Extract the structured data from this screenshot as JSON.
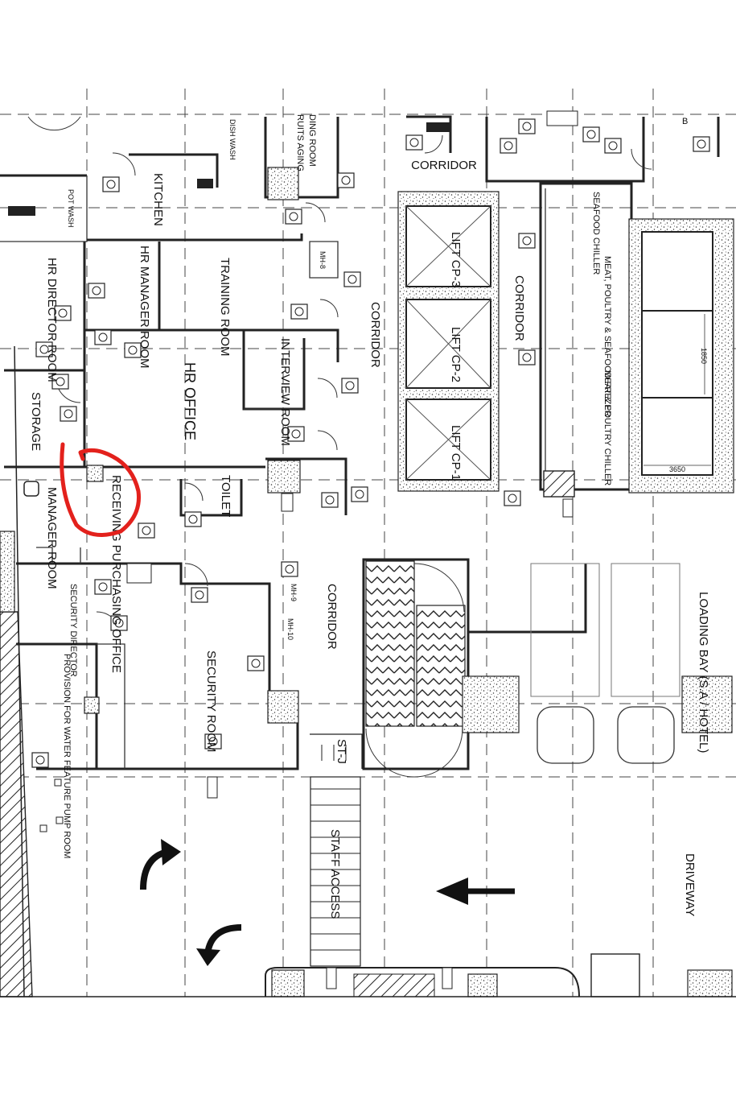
{
  "rooms": {
    "corridor_top": "CORRIDOR",
    "dining_room": "DING ROOM",
    "fruits_aging": "RUITS AGING",
    "dish_wash": "DISH WASH",
    "kitchen": "KITCHEN",
    "pot_wash": "POT WASH",
    "seafood_chiller": "SEAFOOD CHILLER",
    "meat_seafood_freezer": "MEAT, POULTRY & SEAFOOD FREZER",
    "meat_poultry_chiller": "MEAT & POULTRY CHILLER",
    "lift_cp3": "LIFT CP-3",
    "lift_cp2": "LIFT CP-2",
    "lift_cp1": "LIFT CP-1",
    "corridor_lift": "CORRIDOR",
    "corridor_mid": "CORRIDOR",
    "training_room": "TRAINING ROOM",
    "hr_manager_room": "HR MANAGER ROOM",
    "hr_director_room": "HR DIRECTOR ROOM",
    "interview_room": "INTERVIEW ROOM",
    "hr_office": "HR OFFICE",
    "storage": "STORAGE",
    "purchasing_office": "RECEIVING PURCHASING OFFICE",
    "manager_room": "MANAGER ROOM",
    "toilet": "TOILET",
    "security_director": "SECURITY DIRECTOR",
    "security_room": "SECURITY ROOM",
    "corridor_low": "CORRIDOR",
    "pump_room": "PROVISION FOR WATER FEATURE PUMP ROOM",
    "loading_bay": "LOADING BAY (S.A / HOTEL)",
    "staff_access": "STAFF ACCESS",
    "driveway": "DRIVEWAY",
    "st_j": "ST-J"
  },
  "tags": {
    "mh8": "MH-8",
    "mh9": "MH-9",
    "mh10": "MH-10",
    "dim_1850": "1850",
    "dim_3650": "3650",
    "b_marker": "B"
  },
  "colors": {
    "line": "#222222",
    "annotation": "#e3211c",
    "background": "#ffffff"
  },
  "annotation": {
    "shape": "freehand-circle",
    "target": "purchasing_office"
  }
}
